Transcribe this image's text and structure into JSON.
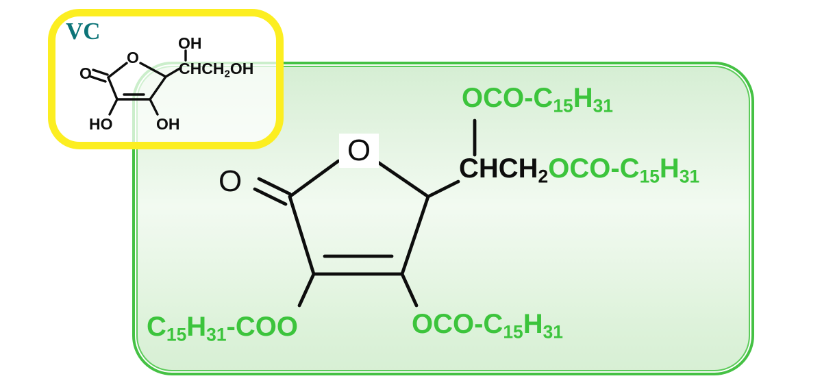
{
  "colors": {
    "green-border": "#45c144",
    "green-border-inner": "#5ccb5a",
    "green-text": "#3cc43c",
    "yellow-border": "#fcee21",
    "teal-label": "#0c7478",
    "bond-black": "#0d0d0d"
  },
  "vc_panel": {
    "title": "VC",
    "atoms": {
      "carbonyl_o": "O",
      "ring_o": "O",
      "hydroxyl_left": "HO",
      "hydroxyl_right": "OH",
      "hydroxyl_top": "OH"
    },
    "side_chain": [
      {
        "t": "CHCH"
      },
      {
        "t": "2",
        "sub": true
      },
      {
        "t": "OH"
      }
    ]
  },
  "main_panel": {
    "atoms": {
      "carbonyl_o": "O",
      "ring_o": "O"
    },
    "ester_top": [
      {
        "t": "OCO-C"
      },
      {
        "t": "15",
        "sub": true
      },
      {
        "t": "H"
      },
      {
        "t": "31",
        "sub": true
      }
    ],
    "chain_black": [
      {
        "t": "CHCH"
      },
      {
        "t": "2",
        "sub": true
      }
    ],
    "chain_green": [
      {
        "t": "OCO-C"
      },
      {
        "t": "15",
        "sub": true
      },
      {
        "t": "H"
      },
      {
        "t": "31",
        "sub": true
      }
    ],
    "ester_bottom_left": [
      {
        "t": "C"
      },
      {
        "t": "15",
        "sub": true
      },
      {
        "t": "H"
      },
      {
        "t": "31",
        "sub": true
      },
      {
        "t": "-COO"
      }
    ],
    "ester_bottom_right": [
      {
        "t": "OCO-C"
      },
      {
        "t": "15",
        "sub": true
      },
      {
        "t": "H"
      },
      {
        "t": "31",
        "sub": true
      }
    ]
  }
}
